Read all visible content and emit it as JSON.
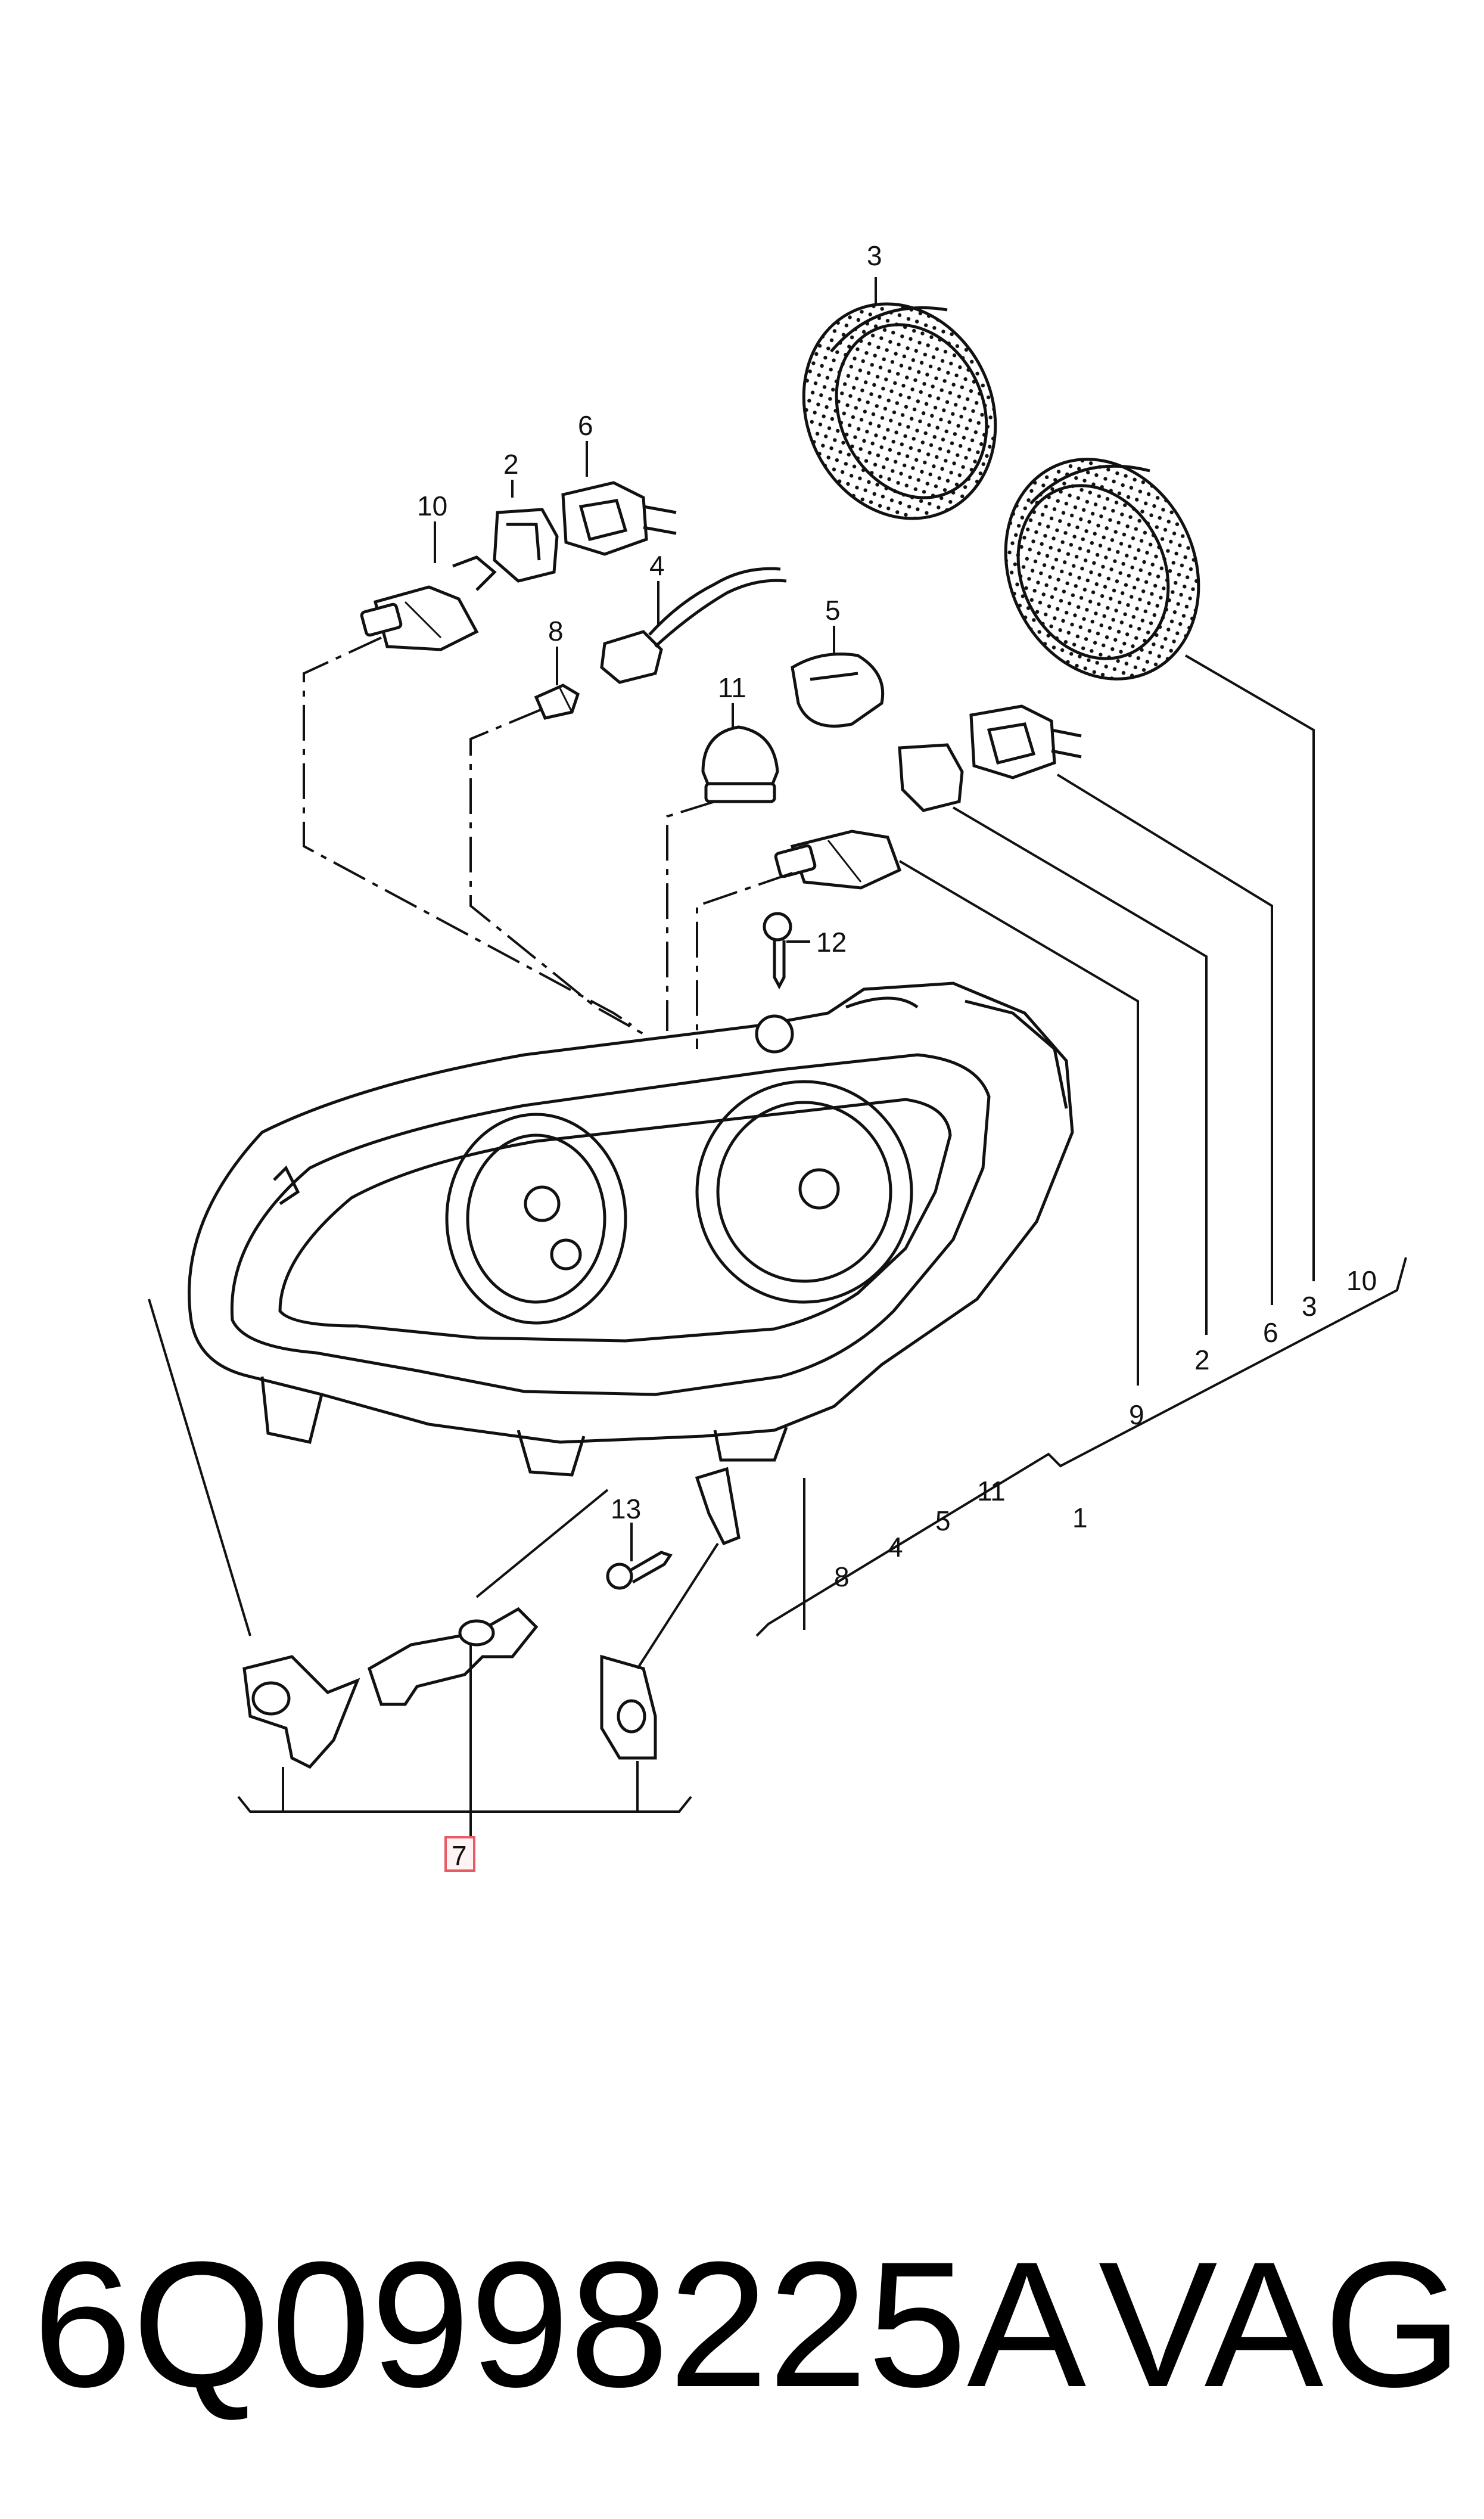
{
  "callouts": {
    "c1": "1",
    "c2": "2",
    "c3": "3",
    "c4": "4",
    "c5": "5",
    "c6": "6",
    "c7": "7",
    "c8": "8",
    "c9": "9",
    "c10": "10",
    "c11": "11",
    "c12": "12",
    "c13": "13"
  },
  "footer": {
    "part_number": "6Q0998225A",
    "brand": "VAG"
  },
  "colors": {
    "line": "#111111",
    "highlight_border": "#e85a66",
    "highlight_fill": "#fff4f4"
  }
}
